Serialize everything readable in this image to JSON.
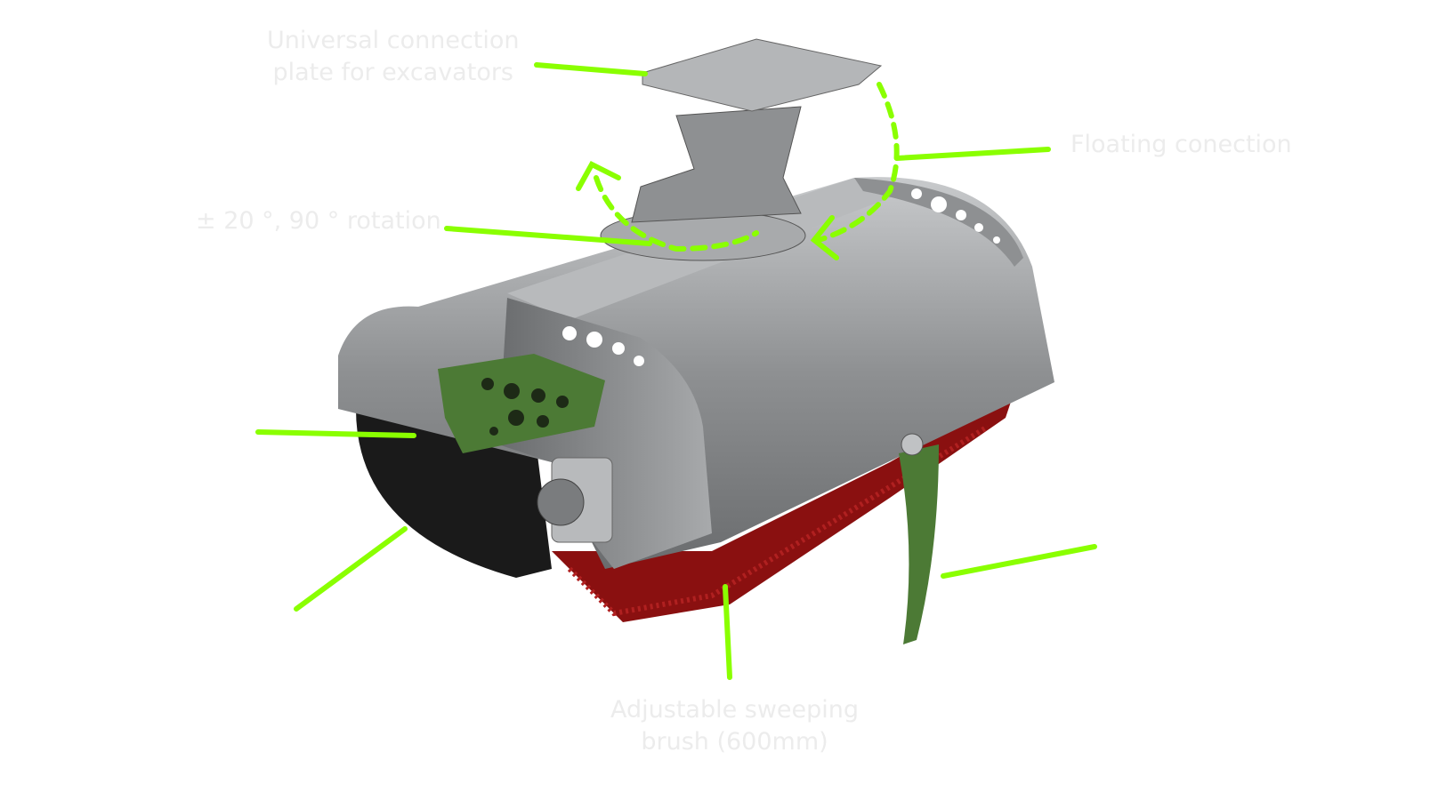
{
  "labels": {
    "connection_plate": [
      "Universal connection",
      "plate for excavators"
    ],
    "floating": "Floating conection",
    "rotation": "± 20 °, 90 ° rotation",
    "brush": [
      "Adjustable sweeping",
      "brush (600mm)"
    ]
  },
  "colors": {
    "callout": "#8aff00",
    "body": "#9a9c9e",
    "bracket": "#4c7a35",
    "bristles": "#8a1010",
    "label_text": "#ececec"
  }
}
